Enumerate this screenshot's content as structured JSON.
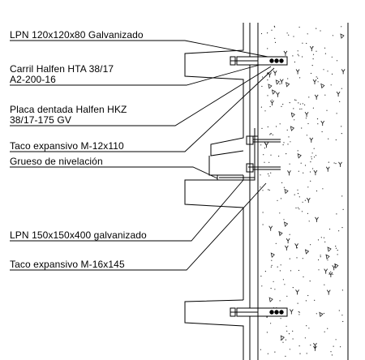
{
  "labels": {
    "lpn_120": "LPN 120x120x80 Galvanizado",
    "carril": "Carril Halfen HTA 38/17\nA2-200-16",
    "placa": "Placa dentada Halfen HKZ\n38/17-175 GV",
    "taco_12": "Taco expansivo M-12x110",
    "grueso": "Grueso de nivelación",
    "lpn_150": "LPN 150x150x400 galvanizado",
    "taco_16": "Taco expansivo M-16x145"
  },
  "colors": {
    "line": "#000000",
    "concrete_dots": "#222222",
    "background": "#ffffff"
  }
}
